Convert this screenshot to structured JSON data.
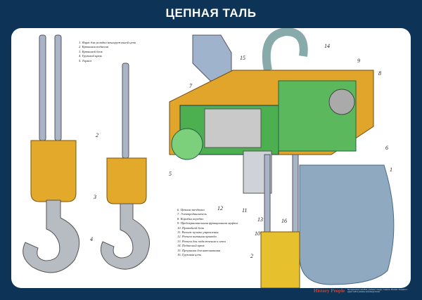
{
  "title": "ЦЕПНАЯ ТАЛЬ",
  "legend_left": [
    "1. Ящик для укладки ненагруженной цепи",
    "2. Крюковая подвеска",
    "3. Крюковой блок",
    "4. Грузовой крюк",
    "5. Тормоз"
  ],
  "legend_right": [
    "6. Цепная звездочка",
    "7. Электродвигатель",
    "8. Коробка передач",
    "9. Предохранительная фрикционная муфта",
    "10. Приводной блок",
    "11. Разъем пульта управления",
    "12. Разъем питания привода",
    "13. Разъем для подключения к сети",
    "14. Подвесной крюк",
    "15. Проушина для навешивания",
    "16. Грузовая цепь"
  ],
  "callouts": {
    "n1": "1",
    "n2a": "2",
    "n2b": "2",
    "n3": "3",
    "n4": "4",
    "n5": "5",
    "n6": "6",
    "n7": "7",
    "n8": "8",
    "n9": "9",
    "n10": "10",
    "n11": "11",
    "n12": "12",
    "n13": "13",
    "n14": "14",
    "n15": "15",
    "n16": "16"
  },
  "footer": {
    "brand": "History People",
    "text": "Методические пособия, учебные стенды, плакаты. Москва. Телефон и адрес сайта указаны производителем."
  }
}
